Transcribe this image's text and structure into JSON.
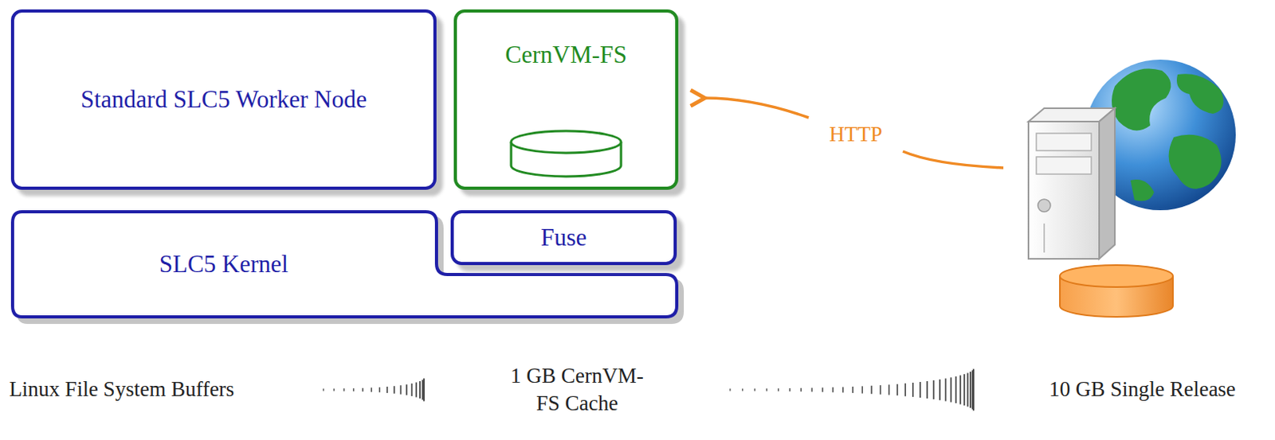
{
  "diagram": {
    "nodes": [
      {
        "text": [
          "Standard SLC5 Worker Node"
        ]
      },
      {
        "text": [
          "CernVM-FS"
        ]
      },
      {
        "text": [
          "SLC5 Kernel"
        ]
      },
      {
        "text": [
          "Fuse"
        ]
      }
    ],
    "labels": [
      "HTTP",
      "Linux File System Buffers",
      "1 GB CernVM-FS Cache",
      "10 GB Single Release"
    ]
  }
}
